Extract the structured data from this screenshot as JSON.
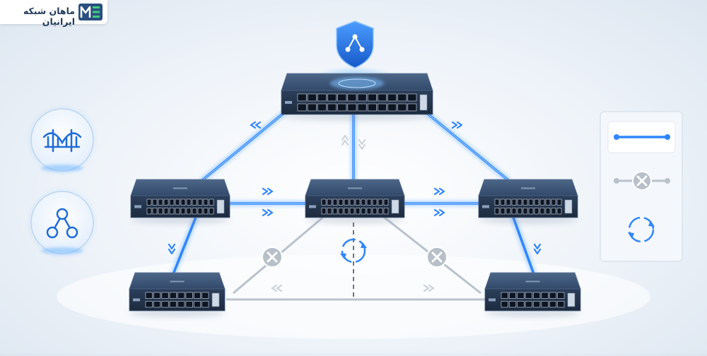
{
  "brand": {
    "name": "ماهان شبکه ایرانیان",
    "mark_color": "#2a4f80",
    "accent_color": "#3fd07a"
  },
  "colors": {
    "active_link": "#2f86ff",
    "blocked_link": "#b9c2cc",
    "switch_body": "#3b5272",
    "switch_front": "#24344b",
    "shield": "#1f6cd9"
  },
  "left_panel": {
    "items": [
      {
        "icon": "bridge-icon"
      },
      {
        "icon": "tree-topology-icon"
      }
    ]
  },
  "right_legend": {
    "items": [
      {
        "icon": "active-link-icon",
        "state": "forwarding"
      },
      {
        "icon": "blocked-link-icon",
        "state": "blocked"
      },
      {
        "icon": "redundancy-loop-icon",
        "state": "loop"
      }
    ]
  },
  "network": {
    "root_icon": "shield-network-icon",
    "switches": [
      {
        "id": "root-switch",
        "ports": 24
      },
      {
        "id": "mid-left-switch",
        "ports": 24
      },
      {
        "id": "mid-center-switch",
        "ports": 24
      },
      {
        "id": "mid-right-switch",
        "ports": 24
      },
      {
        "id": "bottom-left-switch",
        "ports": 16
      },
      {
        "id": "bottom-right-switch",
        "ports": 16
      }
    ],
    "blocked_ports": 2
  }
}
